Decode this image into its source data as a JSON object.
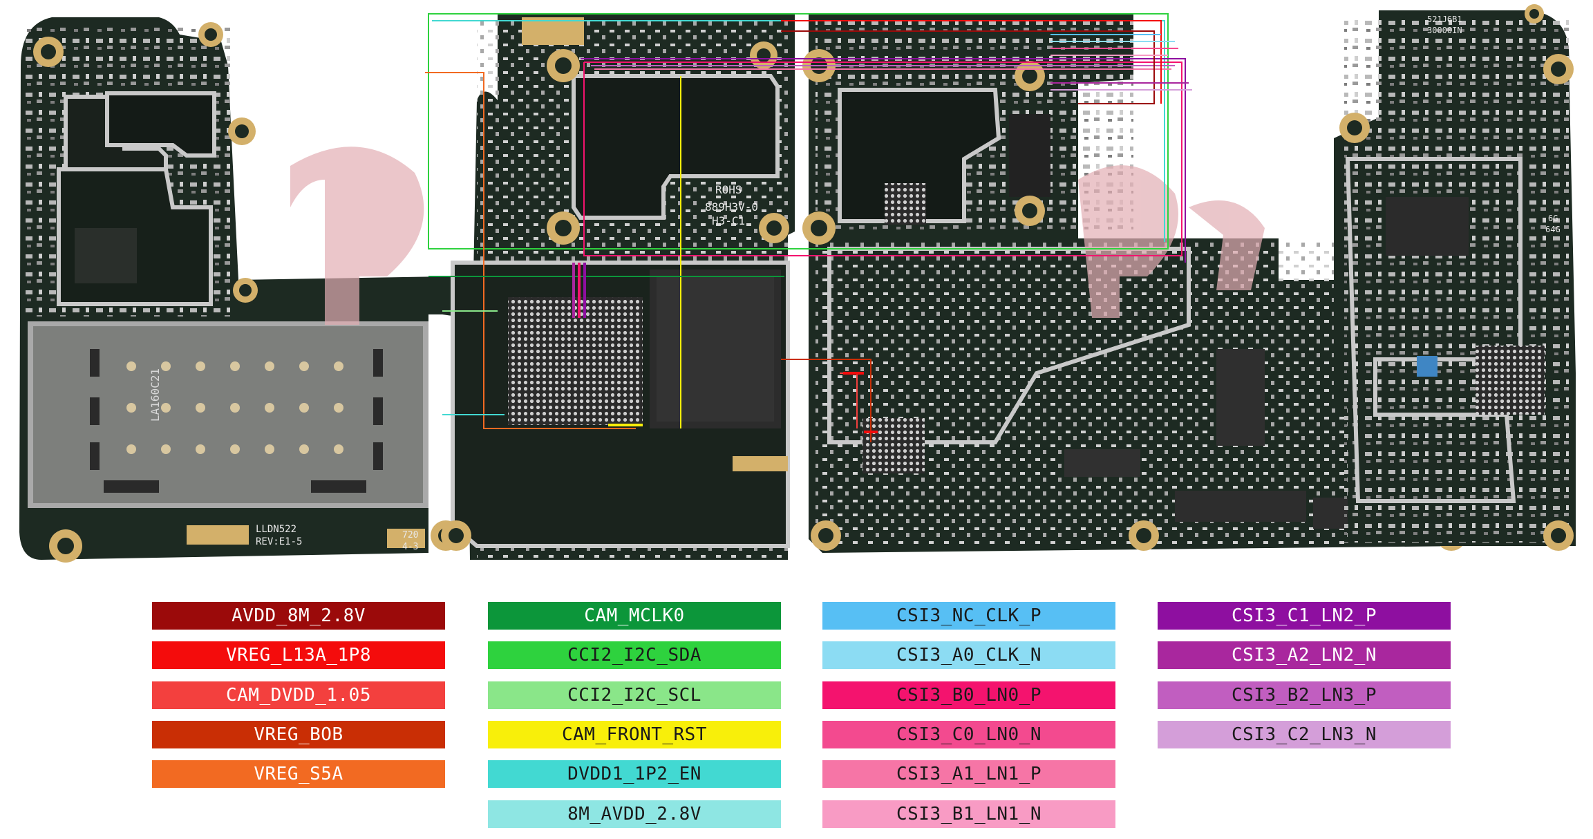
{
  "board_text": {
    "rohs": "ROHS",
    "rev": "REV:E1-5",
    "lldn": "LLDN522",
    "code": "889H3V-0",
    "code2": "H3-C1",
    "chip_code": "521J6B1",
    "chip_code2": "30000IN",
    "mem": "6G",
    "mem2": "64G",
    "num": "720",
    "num2": "4-3",
    "lab": "LA160C21"
  },
  "legend": {
    "col1": [
      {
        "label": "AVDD_8M_2.8V",
        "color": "#9b0a0a",
        "text": "dark"
      },
      {
        "label": "VREG_L13A_1P8",
        "color": "#f40c0c",
        "text": "dark"
      },
      {
        "label": "CAM_DVDD_1.05",
        "color": "#f3403e",
        "text": "dark"
      },
      {
        "label": "VREG_BOB",
        "color": "#c92e05",
        "text": "dark"
      },
      {
        "label": "VREG_S5A",
        "color": "#f26a22",
        "text": "dark"
      }
    ],
    "col2": [
      {
        "label": "CAM_MCLK0",
        "color": "#0c963a",
        "text": "dark"
      },
      {
        "label": "CCI2_I2C_SDA",
        "color": "#2ed23e",
        "text": "light"
      },
      {
        "label": "CCI2_I2C_SCL",
        "color": "#8ae689",
        "text": "light"
      },
      {
        "label": "CAM_FRONT_RST",
        "color": "#f8ef0a",
        "text": "light"
      },
      {
        "label": "DVDD1_1P2_EN",
        "color": "#42d9d2",
        "text": "light"
      },
      {
        "label": "8M_AVDD_2.8V",
        "color": "#8ee6e3",
        "text": "light"
      }
    ],
    "col3": [
      {
        "label": "CSI3_NC_CLK_P",
        "color": "#57bff4",
        "text": "light"
      },
      {
        "label": "CSI3_A0_CLK_N",
        "color": "#8cdcf3",
        "text": "light"
      },
      {
        "label": "CSI3_B0_LN0_P",
        "color": "#f4136e",
        "text": "light"
      },
      {
        "label": "CSI3_C0_LN0_N",
        "color": "#f34a8f",
        "text": "light"
      },
      {
        "label": "CSI3_A1_LN1_P",
        "color": "#f675a6",
        "text": "light"
      },
      {
        "label": "CSI3_B1_LN1_N",
        "color": "#f89bc4",
        "text": "light"
      }
    ],
    "col4": [
      {
        "label": "CSI3_C1_LN2_P",
        "color": "#8e0fa0",
        "text": "dark"
      },
      {
        "label": "CSI3_A2_LN2_N",
        "color": "#a9279e",
        "text": "dark"
      },
      {
        "label": "CSI3_B2_LN3_P",
        "color": "#c15ec0",
        "text": "light"
      },
      {
        "label": "CSI3_C2_LN3_N",
        "color": "#d49ed9",
        "text": "light"
      }
    ]
  },
  "colors": {
    "pcb": "#1d2a22",
    "pcb_dark": "#151d18",
    "pad": "#d3b06a",
    "shield": "#c9c9c9",
    "watermark": "#e2aeb4"
  }
}
